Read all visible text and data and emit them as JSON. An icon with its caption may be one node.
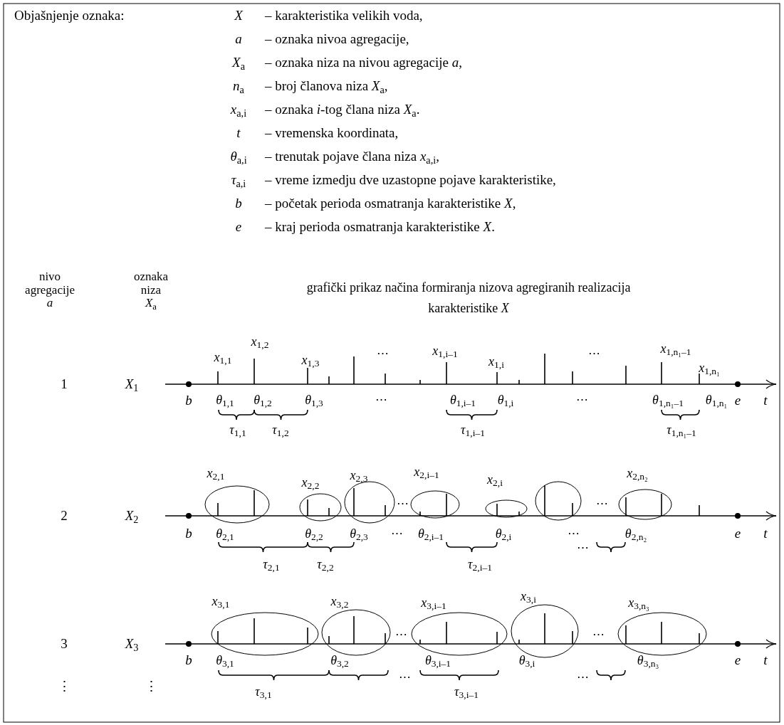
{
  "diagram": {
    "labels": [
      "Objašnjenje oznaka:",
      "X",
      "– karakteristika velikih voda,",
      "a",
      "– oznaka nivoa agregacije,",
      "*X*$_{a}$",
      "– oznaka niza na nivou agregacije *a*,",
      "*n*$_{a}$",
      "– broj članova niza *X*$_{a}$,",
      "*x*$_{a,i}$",
      "– oznaka *i*-tog člana niza *X*$_{a}$.",
      "t",
      "– vremenska koordinata,",
      "*θ*$_{a,i}$",
      "– trenutak pojave člana niza *x*$_{a,i}$,",
      "*τ*$_{a,i}$",
      "– vreme izmedju dve uzastopne pojave karakteristike,",
      "b",
      "– početak perioda osmatranja karakteristike *X*,",
      "e",
      "– kraj perioda osmatranja karakteristike *X*.",
      "nivo agregacije *a*",
      "oznaka niza *X*$_{a}$",
      "grafički prikaz načina formiranja nizova agregiranih realizacija karakteristike *X*",
      "1",
      "*X*$_{1}$",
      "*x*$_{1,1}$",
      "*x*$_{1,2}$",
      "*x*$_{1,3}$",
      "⋯",
      "*x*$_{1,i–1}$",
      "*x*$_{1,i}$",
      "⋯",
      "*x*$_{1,n₁–1}$",
      "*x*$_{1,n₁}$",
      "b",
      "*θ*$_{1,1}$",
      "*θ*$_{1,2}$",
      "*θ*$_{1,3}$",
      "⋯",
      "*θ*$_{1,i–1}$",
      "*θ*$_{1,i}$",
      "⋯",
      "*θ*$_{1,n₁–1}$",
      "*θ*$_{1,n₁}$",
      "e",
      "t",
      "*τ*$_{1,1}$",
      "*τ*$_{1,2}$",
      "*τ*$_{1,i–1}$",
      "*τ*$_{1,n₁–1}$",
      "2",
      "*X*$_{2}$",
      "*x*$_{2,1}$",
      "*x*$_{2,2}$",
      "*x*$_{2,3}$",
      "*x*$_{2,i–1}$",
      "*x*$_{2,i}$",
      "*x*$_{2,n₂}$",
      "⋯",
      "⋯",
      "b",
      "*θ*$_{2,1}$",
      "*θ*$_{2,2}$",
      "*θ*$_{2,3}$",
      "⋯",
      "*θ*$_{2,i–1}$",
      "*θ*$_{2,i}$",
      "⋯",
      "*θ*$_{2,n₂}$",
      "e",
      "t",
      "⋯",
      "*τ*$_{2,1}$",
      "*τ*$_{2,2}$",
      "*τ*$_{2,i–1}$",
      "3",
      "*X*$_{3}$",
      "*x*$_{3,1}$",
      "*x*$_{3,2}$",
      "*x*$_{3,i–1}$",
      "*x*$_{3,i}$",
      "*x*$_{3,n₃}$",
      "⋯",
      "⋯",
      "b",
      "*θ*$_{3,1}$",
      "*θ*$_{3,2}$",
      "*θ*$_{3,i–1}$",
      "*θ*$_{3,i}$",
      "*θ*$_{3,n₃}$",
      "e",
      "t",
      "⋯",
      "⋯",
      "*τ*$_{3,1}$",
      "*τ*$_{3,i–1}$",
      "⋮",
      "⋮"
    ]
  }
}
